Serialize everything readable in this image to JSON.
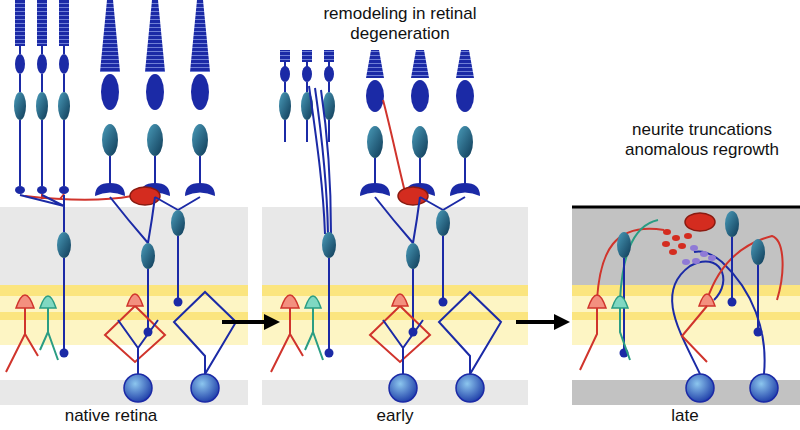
{
  "diagram": {
    "nodes": [
      {
        "text": [
          "native retina"
        ]
      },
      {
        "text": [
          "remodeling in retinal degeneration",
          "early"
        ]
      },
      {
        "text": [
          "neurite truncations anomalous regrowth",
          "late"
        ]
      }
    ],
    "edges": [
      {
        "from": 0,
        "to": 1,
        "arrow": "to"
      },
      {
        "from": 1,
        "to": 2,
        "arrow": "to"
      }
    ]
  }
}
